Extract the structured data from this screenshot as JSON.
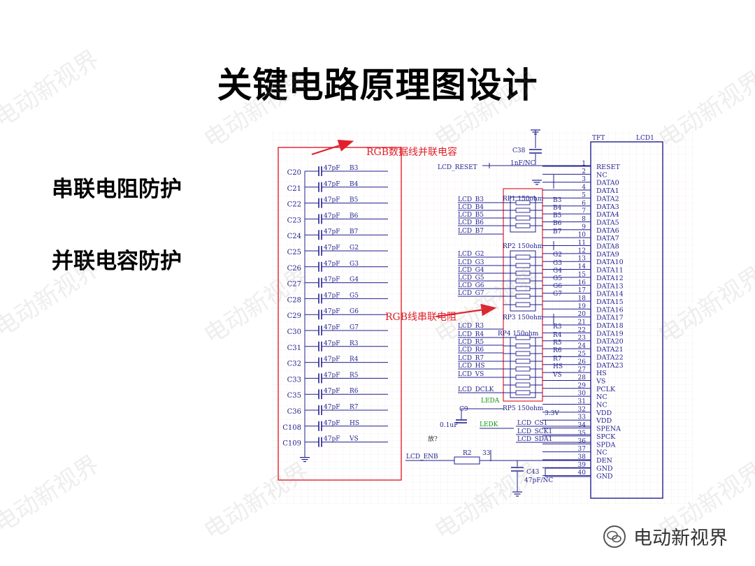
{
  "title": "关键电路原理图设计",
  "bullets": [
    "串联电阻防护",
    "并联电容防护"
  ],
  "watermark": "电动新视界",
  "brand": {
    "text": "电动新视界",
    "icon": "wechat-icon"
  },
  "colors": {
    "wire": "#1f1f8f",
    "annotation": "#e0202a",
    "green_text": "#119911",
    "grid": "#f0e2e2"
  },
  "schematic": {
    "annotation_parallel": "RGB数据线并联电容",
    "annotation_series": "RGB线串联电阻",
    "capacitors": [
      {
        "ref": "C20",
        "value": "47pF",
        "net": "B3"
      },
      {
        "ref": "C21",
        "value": "47pF",
        "net": "B4"
      },
      {
        "ref": "C22",
        "value": "47pF",
        "net": "B5"
      },
      {
        "ref": "C23",
        "value": "47pF",
        "net": "B6"
      },
      {
        "ref": "C24",
        "value": "47pF",
        "net": "B7"
      },
      {
        "ref": "C25",
        "value": "47pF",
        "net": "G2"
      },
      {
        "ref": "C26",
        "value": "47pF",
        "net": "G3"
      },
      {
        "ref": "C27",
        "value": "47pF",
        "net": "G4"
      },
      {
        "ref": "C28",
        "value": "47pF",
        "net": "G5"
      },
      {
        "ref": "C29",
        "value": "47pF",
        "net": "G6"
      },
      {
        "ref": "C30",
        "value": "47pF",
        "net": "G7"
      },
      {
        "ref": "C31",
        "value": "47pF",
        "net": "R3"
      },
      {
        "ref": "C32",
        "value": "47pF",
        "net": "R4"
      },
      {
        "ref": "C33",
        "value": "47pF",
        "net": "R5"
      },
      {
        "ref": "C35",
        "value": "47pF",
        "net": "R6"
      },
      {
        "ref": "C36",
        "value": "47pF",
        "net": "R7"
      },
      {
        "ref": "C108",
        "value": "47pF",
        "net": "HS"
      },
      {
        "ref": "C109",
        "value": "47pF",
        "net": "VS"
      }
    ],
    "c38": {
      "ref": "C38",
      "value": "1nF/NC",
      "net": "LCD_RESET"
    },
    "c9": {
      "ref": "C9",
      "value": "0.1uF",
      "note": "放?"
    },
    "c43": {
      "ref": "C43",
      "value": "47pF/NC"
    },
    "r2": {
      "ref": "R2",
      "value": "33",
      "net": "LCD_ENB"
    },
    "rpacks": [
      {
        "ref": "RP1",
        "value": "150ohm"
      },
      {
        "ref": "RP2",
        "value": "150ohm"
      },
      {
        "ref": "RP3",
        "value": "150ohm"
      },
      {
        "ref": "RP4",
        "value": "150ohm"
      },
      {
        "ref": "RP5",
        "value": "150ohm"
      }
    ],
    "left_nets": [
      "LCD_B3",
      "LCD_B4",
      "LCD_B5",
      "LCD_B6",
      "LCD_B7",
      "LCD_G2",
      "LCD_G3",
      "LCD_G4",
      "LCD_G5",
      "LCD_G6",
      "LCD_G7",
      "LCD_R3",
      "LCD_R4",
      "LCD_R5",
      "LCD_R6",
      "LCD_R7",
      "LCD_HS",
      "LCD_VS",
      "LCD_DCLK"
    ],
    "right_nets": [
      "B3",
      "B4",
      "B5",
      "B6",
      "B7",
      "G2",
      "G3",
      "G4",
      "G5",
      "G6",
      "G7",
      "R3",
      "R4",
      "R5",
      "R6",
      "R7",
      "HS",
      "VS"
    ],
    "led_nets": [
      "LEDA",
      "LEDK"
    ],
    "spi_nets": [
      "LCD_CS1",
      "LCD_SCK1",
      "LCD_SDA1"
    ],
    "power_label": "3.3V",
    "lcd": {
      "ref": "LCD1",
      "type": "TFT",
      "pins": [
        {
          "num": "1",
          "name": "RESET"
        },
        {
          "num": "2",
          "name": "NC"
        },
        {
          "num": "3",
          "name": "DATA0"
        },
        {
          "num": "4",
          "name": "DATA1"
        },
        {
          "num": "5",
          "name": "DATA2"
        },
        {
          "num": "6",
          "name": "DATA3"
        },
        {
          "num": "7",
          "name": "DATA4"
        },
        {
          "num": "8",
          "name": "DATA5"
        },
        {
          "num": "9",
          "name": "DATA6"
        },
        {
          "num": "10",
          "name": "DATA7"
        },
        {
          "num": "11",
          "name": "DATA8"
        },
        {
          "num": "12",
          "name": "DATA9"
        },
        {
          "num": "13",
          "name": "DATA10"
        },
        {
          "num": "14",
          "name": "DATA11"
        },
        {
          "num": "15",
          "name": "DATA12"
        },
        {
          "num": "16",
          "name": "DATA13"
        },
        {
          "num": "17",
          "name": "DATA14"
        },
        {
          "num": "18",
          "name": "DATA15"
        },
        {
          "num": "19",
          "name": "DATA16"
        },
        {
          "num": "20",
          "name": "DATA17"
        },
        {
          "num": "21",
          "name": "DATA18"
        },
        {
          "num": "22",
          "name": "DATA19"
        },
        {
          "num": "23",
          "name": "DATA20"
        },
        {
          "num": "24",
          "name": "DATA21"
        },
        {
          "num": "25",
          "name": "DATA22"
        },
        {
          "num": "26",
          "name": "DATA23"
        },
        {
          "num": "27",
          "name": "HS"
        },
        {
          "num": "28",
          "name": "VS"
        },
        {
          "num": "29",
          "name": "PCLK"
        },
        {
          "num": "30",
          "name": "NC"
        },
        {
          "num": "31",
          "name": "NC"
        },
        {
          "num": "32",
          "name": "VDD"
        },
        {
          "num": "33",
          "name": "VDD"
        },
        {
          "num": "34",
          "name": "SPENA"
        },
        {
          "num": "35",
          "name": "SPCK"
        },
        {
          "num": "36",
          "name": "SPDA"
        },
        {
          "num": "37",
          "name": "NC"
        },
        {
          "num": "38",
          "name": "DEN"
        },
        {
          "num": "39",
          "name": "GND"
        },
        {
          "num": "40",
          "name": "GND"
        }
      ]
    }
  }
}
